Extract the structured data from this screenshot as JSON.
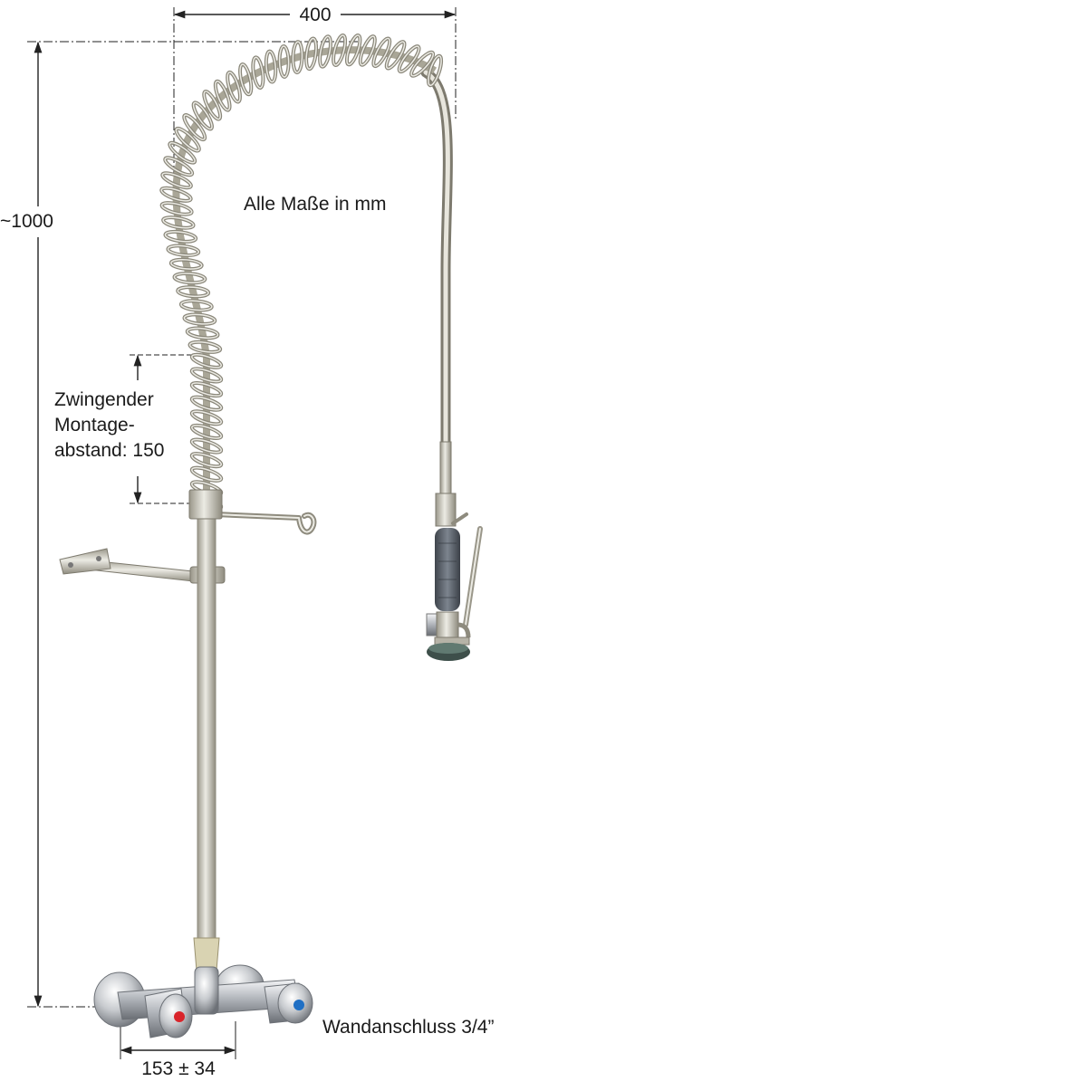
{
  "dimensions": {
    "width": "400",
    "height": "~1000",
    "mounting_distance": [
      "Zwingender",
      "Montage-",
      "abstand: 150"
    ],
    "connection_spacing": "153 ± 34"
  },
  "notes": {
    "units": "Alle Maße in mm",
    "wall_connection": "Wandanschluss 3/4”"
  },
  "colors": {
    "steel": "#c9c6b6",
    "chrome": "#d6d8dc",
    "grip": "#5f6670",
    "hot": "#d9242a",
    "cold": "#1f6fc4",
    "dimension_line": "#222222"
  }
}
